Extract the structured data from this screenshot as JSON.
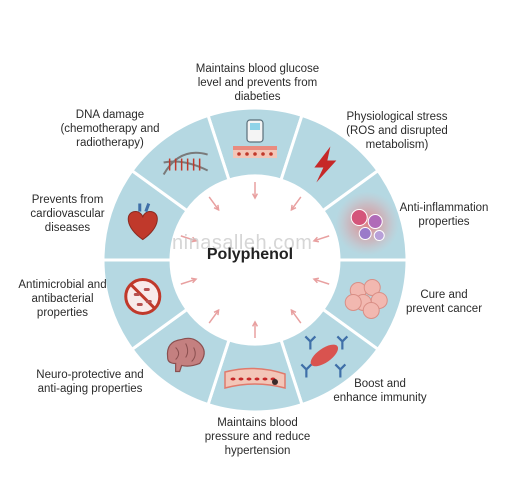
{
  "center": {
    "title": "Polyphenol"
  },
  "watermark": "ninasalleh.com",
  "benefits": [
    {
      "id": "blood-glucose",
      "label": "Maintains blood glucose\nlevel and prevents from\ndiabeties",
      "icon": "glucose-meter-icon"
    },
    {
      "id": "physiological-stress",
      "label": "Physiological stress\n(ROS and disrupted\nmetabolism)",
      "icon": "lightning-bolt-icon"
    },
    {
      "id": "anti-inflammation",
      "label": "Anti-inflammation\nproperties",
      "icon": "inflamed-cells-icon"
    },
    {
      "id": "cancer",
      "label": "Cure and\nprevent cancer",
      "icon": "cancer-cells-icon"
    },
    {
      "id": "immunity",
      "label": "Boost and\nenhance immunity",
      "icon": "antibody-cell-icon"
    },
    {
      "id": "blood-pressure",
      "label": "Maintains blood\npressure and reduce\nhypertension",
      "icon": "blood-vessel-icon"
    },
    {
      "id": "neuro-protective",
      "label": "Neuro-protective and\nanti-aging properties",
      "icon": "brain-icon"
    },
    {
      "id": "antimicrobial",
      "label": "Antimicrobial and\nantibacterial\nproperties",
      "icon": "no-bacteria-icon"
    },
    {
      "id": "cardiovascular",
      "label": "Prevents from\ncardiovascular\ndiseases",
      "icon": "heart-icon"
    },
    {
      "id": "dna-damage",
      "label": "DNA damage\n(chemotherapy and\nradiotherapy)",
      "icon": "dna-icon"
    }
  ],
  "colors": {
    "ring": "#b5d8e2",
    "ring_border": "#ffffff",
    "arrow": "#e8a0a0",
    "inflammation_glow": "#e53935"
  }
}
